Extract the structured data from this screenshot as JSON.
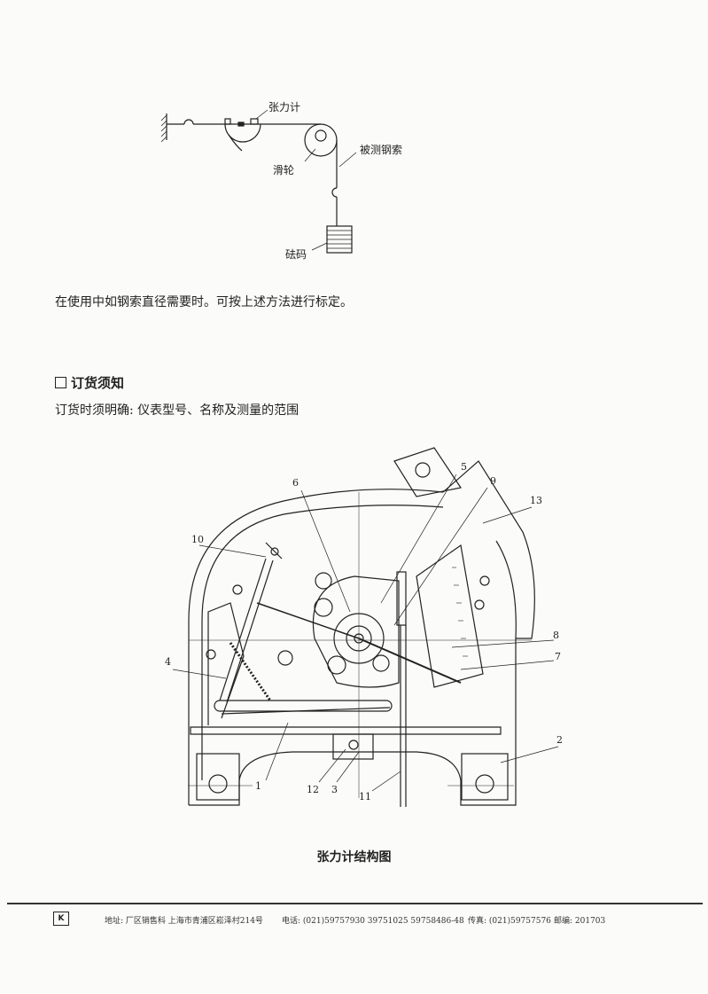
{
  "calibration_figure": {
    "labels": {
      "tensiometer": "张力计",
      "pulley": "滑轮",
      "cable": "被测钢索",
      "weight": "砝码"
    }
  },
  "calibration_note": "在使用中如钢索直径需要时。可按上述方法进行标定。",
  "ordering": {
    "heading": "订货须知",
    "checkbox_icon": "empty-square",
    "text": "订货时须明确: 仪表型号、名称及测量的范围"
  },
  "structure_figure": {
    "part_numbers": [
      "1",
      "2",
      "3",
      "4",
      "5",
      "6",
      "7",
      "8",
      "9",
      "10",
      "11",
      "12",
      "13"
    ],
    "caption": "张力计结构图"
  },
  "footer": {
    "logo_letter": "K",
    "address": "地址: 厂区销售科 上海市青浦区崧泽村214号",
    "phone": "电话: (021)59757930   39751025   59758486-48",
    "fax": "传真: (021)59757576",
    "postcode": "邮编: 201703"
  }
}
